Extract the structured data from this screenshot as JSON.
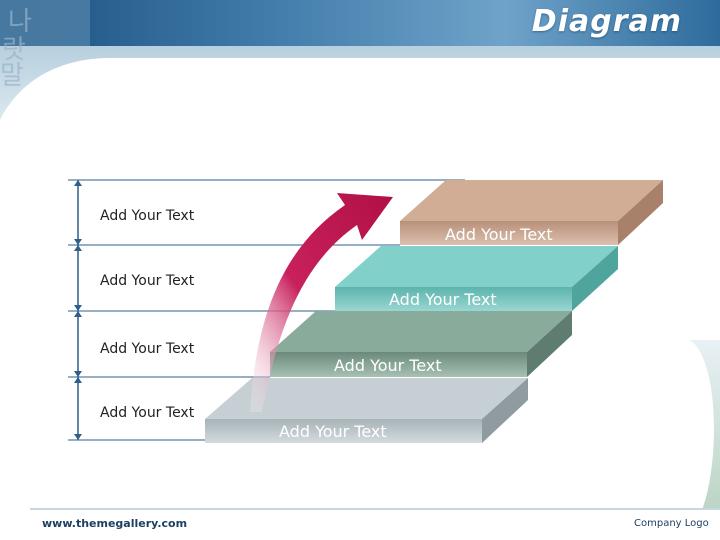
{
  "slide": {
    "title": "Diagram",
    "footer_url": "www.themegallery.com",
    "footer_logo": "Company Logo"
  },
  "diagram": {
    "left_labels": [
      "Add Your Text",
      "Add Your Text",
      "Add Your Text",
      "Add Your Text"
    ],
    "step_texts": [
      "Add Your Text",
      "Add Your Text",
      "Add Your Text",
      "Add Your Text"
    ],
    "step_colors": [
      "#cfa98f",
      "#7cccc6",
      "#86a898",
      "#b4bfc4"
    ],
    "arrow_color": "#c8205c",
    "icons": [
      "curved-arrow-icon",
      "dimension-arrow-icon"
    ]
  }
}
